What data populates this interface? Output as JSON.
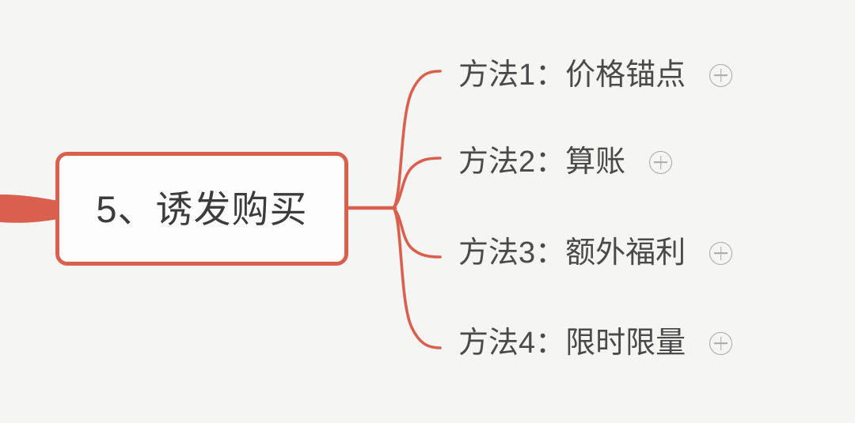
{
  "canvas": {
    "background_color": "#f5f5f4",
    "accent_color": "#d9604f",
    "text_color": "#4a4a4a",
    "icon_color": "#a8a8a8"
  },
  "central_node": {
    "label": "5、诱发购买",
    "border_color": "#d9604f",
    "fill_color": "#fdfdfd"
  },
  "branches": [
    {
      "label": "方法1：价格锚点",
      "icon": "plus-circle-icon"
    },
    {
      "label": "方法2：算账",
      "icon": "plus-circle-icon"
    },
    {
      "label": "方法3：额外福利",
      "icon": "plus-circle-icon"
    },
    {
      "label": "方法4：限时限量",
      "icon": "plus-circle-icon"
    }
  ],
  "connectors": {
    "parent_edge": "incoming-branch-from-left",
    "child_count": 4
  }
}
